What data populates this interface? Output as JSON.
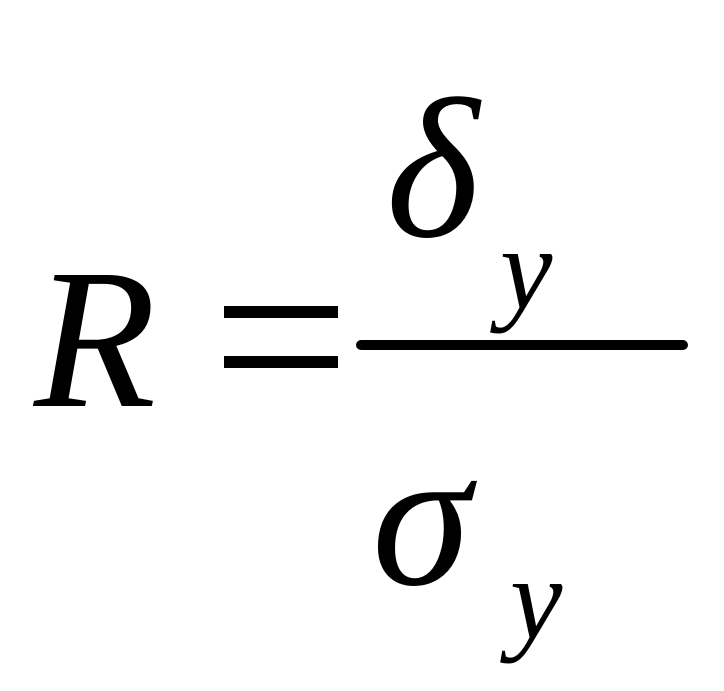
{
  "formula": {
    "lhs": "R",
    "numerator": {
      "symbol": "δ",
      "subscript": "y"
    },
    "denominator": {
      "symbol": "σ",
      "subscript": "y"
    }
  }
}
